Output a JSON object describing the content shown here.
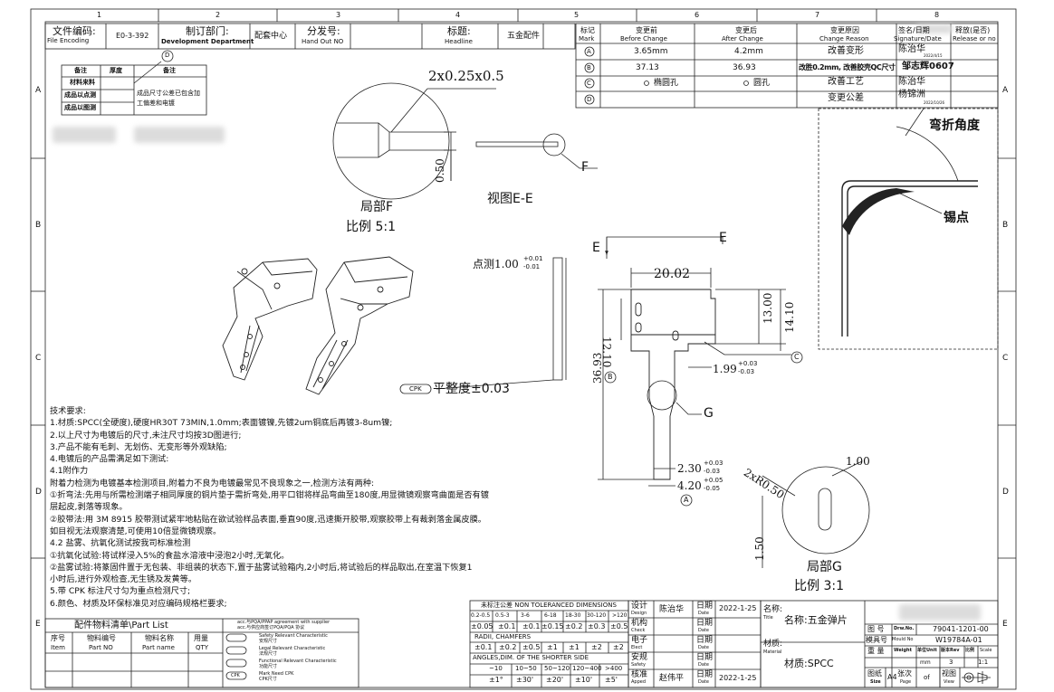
{
  "frame": {
    "col_numbers": [
      "1",
      "2",
      "3",
      "4",
      "5",
      "6",
      "7",
      "8"
    ],
    "row_letters": [
      "A",
      "B",
      "C",
      "D",
      "E"
    ]
  },
  "title_strip": {
    "file_encoding_cn": "文件编码:",
    "file_encoding_en": "File Encoding",
    "file_encoding_value": "E0-3-392",
    "dept_cn": "制订部门:",
    "dept_en": "Development Department",
    "dept_value": "配套中心",
    "handout_cn": "分发号:",
    "handout_en": "Hand Out NO",
    "headline_cn": "标题:",
    "headline_en": "Headline",
    "headline_value": "五金配件"
  },
  "revision_table": {
    "headers": {
      "mark_cn": "标记",
      "mark_en": "Mark",
      "before_cn": "变更前",
      "before_en": "Before Change",
      "after_cn": "变更后",
      "after_en": "After Change",
      "reason_cn": "变更原因",
      "reason_en": "Change Reason",
      "sign_cn": "签名/日期",
      "sign_en": "Signature/Date",
      "release_cn": "释放(是否)",
      "release_en": "Release or no"
    },
    "rows": [
      {
        "mark": "A",
        "before": "3.65mm",
        "after": "4.2mm",
        "reason": "改善变形",
        "sign": "陈治华",
        "date": "2022/4/15"
      },
      {
        "mark": "B",
        "before": "37.13",
        "after": "36.93",
        "reason": "改胜0.2mm, 改善胶壳QC尺寸",
        "sign": "邹志辉0607",
        "date": ""
      },
      {
        "mark": "C",
        "before": "椭圆孔",
        "after": "圆孔",
        "reason": "改善工艺",
        "sign": "陈治华",
        "date": ""
      },
      {
        "mark": "D",
        "before": "",
        "after": "",
        "reason": "变更公差",
        "sign": "杨锦洲",
        "date": "2022/10/26"
      }
    ]
  },
  "material_box": {
    "headers": [
      "备注",
      "厚度",
      "备注"
    ],
    "rows": [
      "材料来料",
      "成品以点测",
      "成品以图测"
    ],
    "note": "成品尺寸公差已包含加工偏差和电镀",
    "callout": "D"
  },
  "detail_f": {
    "dim_top": "2x0.25x0.5",
    "dim_side": "0.50",
    "label": "局部F",
    "scale": "比例 5:1",
    "callout": "F"
  },
  "view_ee": {
    "label": "视图E-E",
    "e": "E"
  },
  "main_view": {
    "dot_measure": "点测1.00",
    "dot_tol_plus": "+0.01",
    "dot_tol_minus": "-0.01",
    "w_20": "20.02",
    "h_14": "14.10",
    "h_13": "13.00",
    "h_12": "12.10",
    "h_36": "36.93",
    "w_199": "1.99",
    "tol_003p": "+0.03",
    "tol_003m": "-0.03",
    "w_230": "2.30",
    "w_420": "4.20",
    "tol_005p": "+0.05",
    "tol_005m": "-0.05",
    "flatness": "平整度±0.03",
    "cpk": "CPK",
    "callout_a": "A",
    "callout_b": "B",
    "callout_c": "C",
    "callout_g": "G"
  },
  "bend_view": {
    "angle": "弯折角度",
    "solder": "锡点"
  },
  "detail_g": {
    "dim_r": "2xR0.50",
    "dim_100": "1.00",
    "dim_150": "1.50",
    "label": "局部G",
    "scale": "比例 3:1"
  },
  "requirements": [
    "技术要求:",
    "1.材质:SPCC(全硬度),硬度HR30T 73MIN,1.0mm;表面镀镍,先镀2um铜底后再镀3-8um镍;",
    "2.以上尺寸为电镀后的尺寸,未注尺寸均按3D图进行;",
    "3.产品不能有毛刺、无划伤、无变形等外观缺陷;",
    "4.电镀后的产品需满足如下测试:",
    "4.1附作力",
    "附着力检测为电镀基本检测项目,附着力不良为电镀最常见不良现象之一,检测方法有两种:",
    "①折弯法:先用与所需检测端子相同厚度的铜片垫于需折弯处,用平口钳将样品弯曲至180度,用显微镜观察弯曲面是否有镀",
    "层起皮,剥落等现象。",
    "②胶带法:用 3M 8915 胶带测试紧牢地粘贴在欲试验样品表面,垂直90度,迅速撕开胶带,观察胶带上有裁剥落金属皮膜。",
    "如目视无法观察清楚,可使用10倍显微镜观察。",
    "4.2 盐雾、抗氧化测试按我司标准检测",
    "①抗氧化试验:将试样浸入5%的食盐水溶液中浸泡2小时,无氧化。",
    "②盐雾试验:将篆固件置于无包装、非组装的状态下,置于盐雾试验箱内,2小时后,将试验后的样品取出,在室温下恢复1",
    "小时后,进行外观检查,无生锈及发黄等。",
    "5.带 CPK 标注尺寸匀为重点检测尺寸;",
    "6.颜色、材质及环保标准见对应编码规格栏要求;"
  ],
  "parts_list": {
    "title": "配件物料清单\\Part List",
    "headers": [
      {
        "cn": "序号",
        "en": "Item"
      },
      {
        "cn": "物料编号",
        "en": "Part NO"
      },
      {
        "cn": "物料名称",
        "en": "Part name"
      },
      {
        "cn": "用量",
        "en": "QTY"
      }
    ],
    "legend": [
      "acc.与PQA/PPAP agreement with supplier",
      "acc.与供应商签订PQA/PQA 协议",
      "Safety Relevant Characteristic",
      "安规尺寸",
      "Legal Relevant Characteristic",
      "法规尺寸",
      "Functional Relevant Characteristic",
      "功能尺寸",
      "Mark Need CPK",
      "CPK尺寸"
    ],
    "legend_cpk": "CPK"
  },
  "tolerance_table": {
    "title": "未标注公差 NON TOLERANCED DIMENSIONS",
    "ranges": [
      "0.2-0.5",
      "0.5-3",
      "3-6",
      "6-18",
      "18-30",
      "30-120",
      ">120"
    ],
    "linear": [
      "±0.05",
      "±0.1",
      "±0.1",
      "±0.15",
      "±0.2",
      "±0.3",
      "±0.5"
    ],
    "radii_title": "RADII, CHAMFERS",
    "radii": [
      "±0.1",
      "±0.2",
      "±0.5",
      "±1",
      "±1",
      "±2",
      "±2"
    ],
    "angles_title": "ANGLES,DIM. OF THE SHORTER SIDE",
    "angle_ranges": [
      "~10",
      "10~50",
      "50~120",
      "120~400",
      ">400"
    ],
    "angles": [
      "±1°",
      "±30'",
      "±20'",
      "±10'",
      "±5'"
    ]
  },
  "signoff": {
    "rows": [
      {
        "cn": "设计",
        "en": "Design",
        "name": "陈治华",
        "date_cn": "日期",
        "date_en": "Date",
        "date": "2022-1-25"
      },
      {
        "cn": "机构",
        "en": "Check",
        "name": "",
        "date_cn": "日期",
        "date_en": "Date",
        "date": ""
      },
      {
        "cn": "电子",
        "en": "Elect",
        "name": "",
        "date_cn": "日期",
        "date_en": "Date",
        "date": ""
      },
      {
        "cn": "安规",
        "en": "Safety",
        "name": "",
        "date_cn": "日期",
        "date_en": "Date",
        "date": ""
      },
      {
        "cn": "核准",
        "en": "Apped",
        "name": "赵伟平",
        "date_cn": "日期",
        "date_en": "Date",
        "date": "2022-1-25"
      }
    ]
  },
  "title_block": {
    "name_cn": "名称:",
    "name_en": "Title",
    "name_value": "名称:五金弹片",
    "material_cn": "材质:",
    "material_en": "Material",
    "material_value": "材质:SPCC",
    "drw_cn": "图 号",
    "drw_en": "Drw.No.",
    "drw_value": "79041-1201-00",
    "mold_cn": "模具号",
    "mold_en": "Mould No",
    "mold_value": "W19784A-01",
    "weight_cn": "重 量",
    "weight_en": "Weight",
    "unit": "单位Unit",
    "rev": "版本Rev",
    "scale_cn": "比例",
    "scale_en": "Scale",
    "weight_unit": "mm",
    "rev_value": "3",
    "scale_value": "1:1",
    "size_cn": "图纸",
    "size_en": "Size",
    "size_value": "A4",
    "page_cn": "张次",
    "page_en": "Page",
    "page_of": "of",
    "view_cn": "视图",
    "view_en": "View"
  }
}
